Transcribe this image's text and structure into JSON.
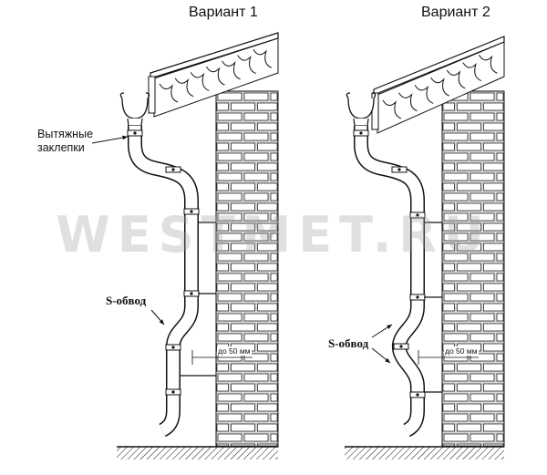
{
  "variants": [
    {
      "title": "Вариант 1"
    },
    {
      "title": "Вариант 2"
    }
  ],
  "labels": {
    "rivets": "Вытяжные\nзаклепки",
    "s_bend_1": "S-обвод",
    "s_bend_2": "S-обвод",
    "gap_1": "до 50 мм",
    "gap_2": "до 50 мм"
  },
  "watermark": "WESTMET.RU",
  "colors": {
    "line": "#111111",
    "brick_fill": "#d9d9d9",
    "pipe_fill": "#ffffff",
    "ground_hatch": "#111111"
  }
}
